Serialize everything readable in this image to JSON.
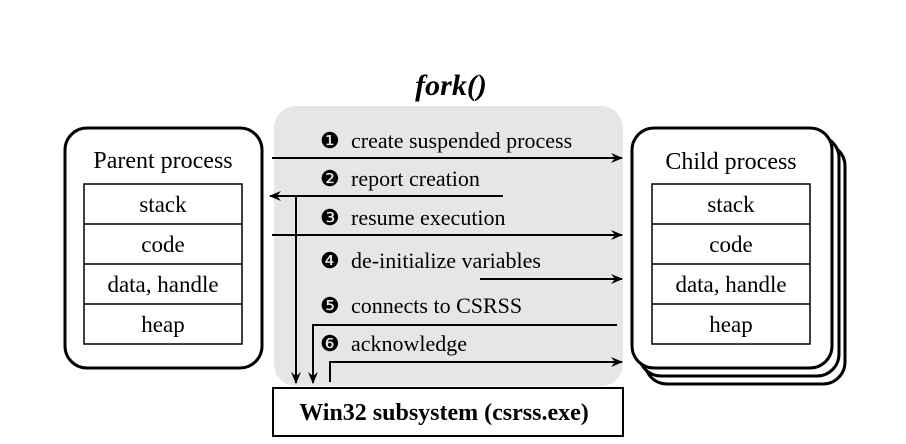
{
  "title": "fork()",
  "parent": {
    "label": "Parent process",
    "segments": [
      "stack",
      "code",
      "data, handle",
      "heap"
    ]
  },
  "child": {
    "label": "Child process",
    "segments": [
      "stack",
      "code",
      "data, handle",
      "heap"
    ]
  },
  "steps": [
    {
      "num": "❶",
      "label": "create suspended process"
    },
    {
      "num": "❷",
      "label": "report creation"
    },
    {
      "num": "❸",
      "label": "resume execution"
    },
    {
      "num": "❹",
      "label": "de-initialize variables"
    },
    {
      "num": "❺",
      "label": "connects to CSRSS"
    },
    {
      "num": "❻",
      "label": "acknowledge"
    }
  ],
  "subsystem": {
    "label": "Win32 subsystem (csrss.exe)"
  },
  "colors": {
    "panel": "#e6e6e6",
    "stroke": "#000000"
  }
}
